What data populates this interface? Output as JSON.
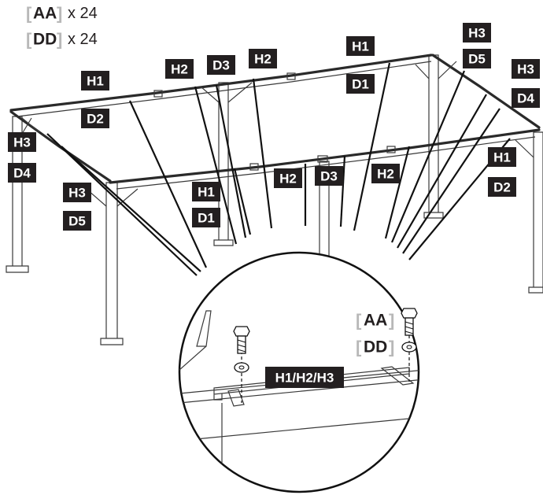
{
  "hardware": [
    {
      "code": "AA",
      "qty": "x 24"
    },
    {
      "code": "DD",
      "qty": "x 24"
    }
  ],
  "frame_labels": {
    "back_left": {
      "top": "H1",
      "bottom": "D2"
    },
    "back_h2_a": "H2",
    "back_d3": "D3",
    "back_h2_b": "H2",
    "back_right": {
      "top": "H1",
      "bottom": "D1"
    },
    "corner_br": {
      "top": "H3",
      "bottom": "D5"
    },
    "right_side": {
      "top": "H3",
      "bottom": "D4"
    },
    "left_side": {
      "top": "H3",
      "bottom": "D4"
    },
    "front_left_side": {
      "top": "H3",
      "bottom": "D5"
    },
    "front_left": {
      "top": "H1",
      "bottom": "D1"
    },
    "front_h2_a": "H2",
    "front_d3": "D3",
    "front_h2_b": "H2",
    "front_right": {
      "top": "H1",
      "bottom": "D2"
    }
  },
  "detail": {
    "bolt_code": "AA",
    "washer_code": "DD",
    "bar_label": "H1/H2/H3"
  }
}
